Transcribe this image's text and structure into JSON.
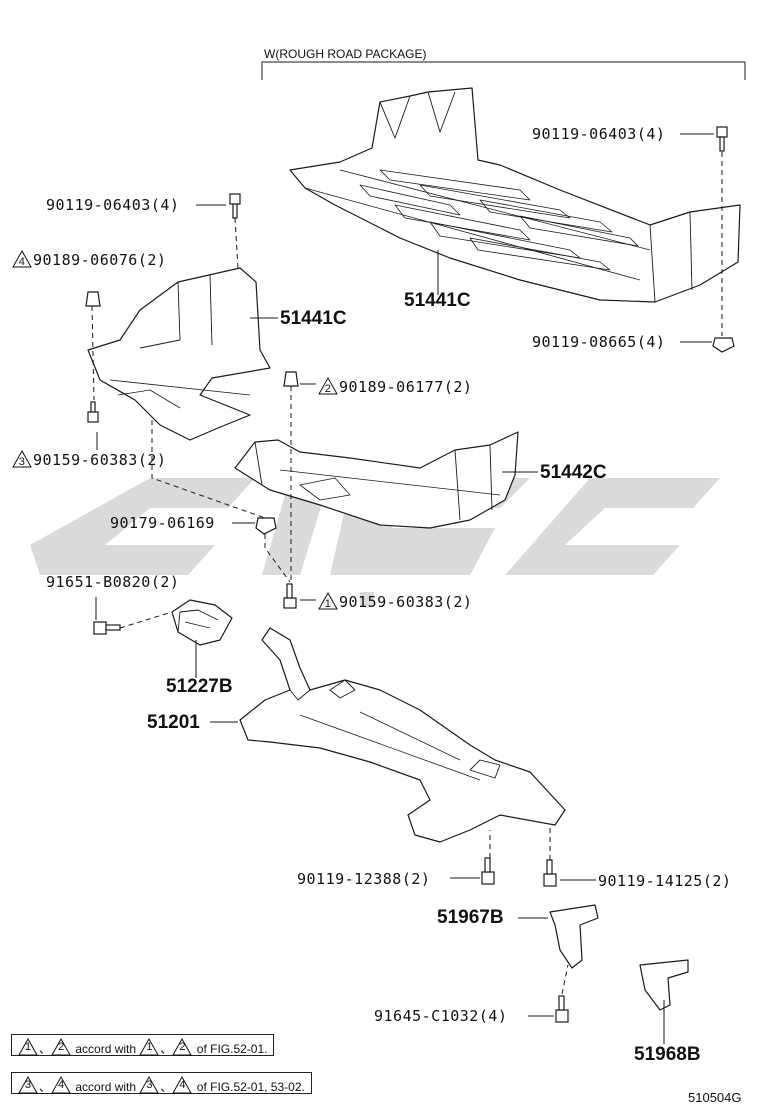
{
  "package_header": "W(ROUGH ROAD PACKAGE)",
  "parts": {
    "p1": "90119-06403(4)",
    "p2": "90119-06403(4)",
    "p3": "90189-06076(2)",
    "p3_mark": "4",
    "p4": "51441C",
    "p5": "51441C",
    "p6": "90119-08665(4)",
    "p7": "90189-06177(2)",
    "p7_mark": "2",
    "p8": "90159-60383(2)",
    "p8_mark": "3",
    "p9": "51442C",
    "p10": "90179-06169",
    "p11": "91651-B0820(2)",
    "p12": "90159-60383(2)",
    "p12_mark": "1",
    "p13": "51227B",
    "p14": "51201",
    "p15": "90119-12388(2)",
    "p16": "90119-14125(2)",
    "p17": "51967B",
    "p18": "91645-C1032(4)",
    "p19": "51968B"
  },
  "notes": {
    "n1": {
      "m1": "1",
      "m2": "2",
      "mid": "accord with",
      "m3": "1",
      "m4": "2",
      "tail": "of FIG.52-01."
    },
    "n2": {
      "m1": "3",
      "m2": "4",
      "mid": "accord with",
      "m3": "3",
      "m4": "4",
      "tail": "of FIG.52-01, 53-02."
    }
  },
  "figure_code": "510504G",
  "colors": {
    "line": "#1a1a1a",
    "watermark": "#d3d3d3"
  }
}
